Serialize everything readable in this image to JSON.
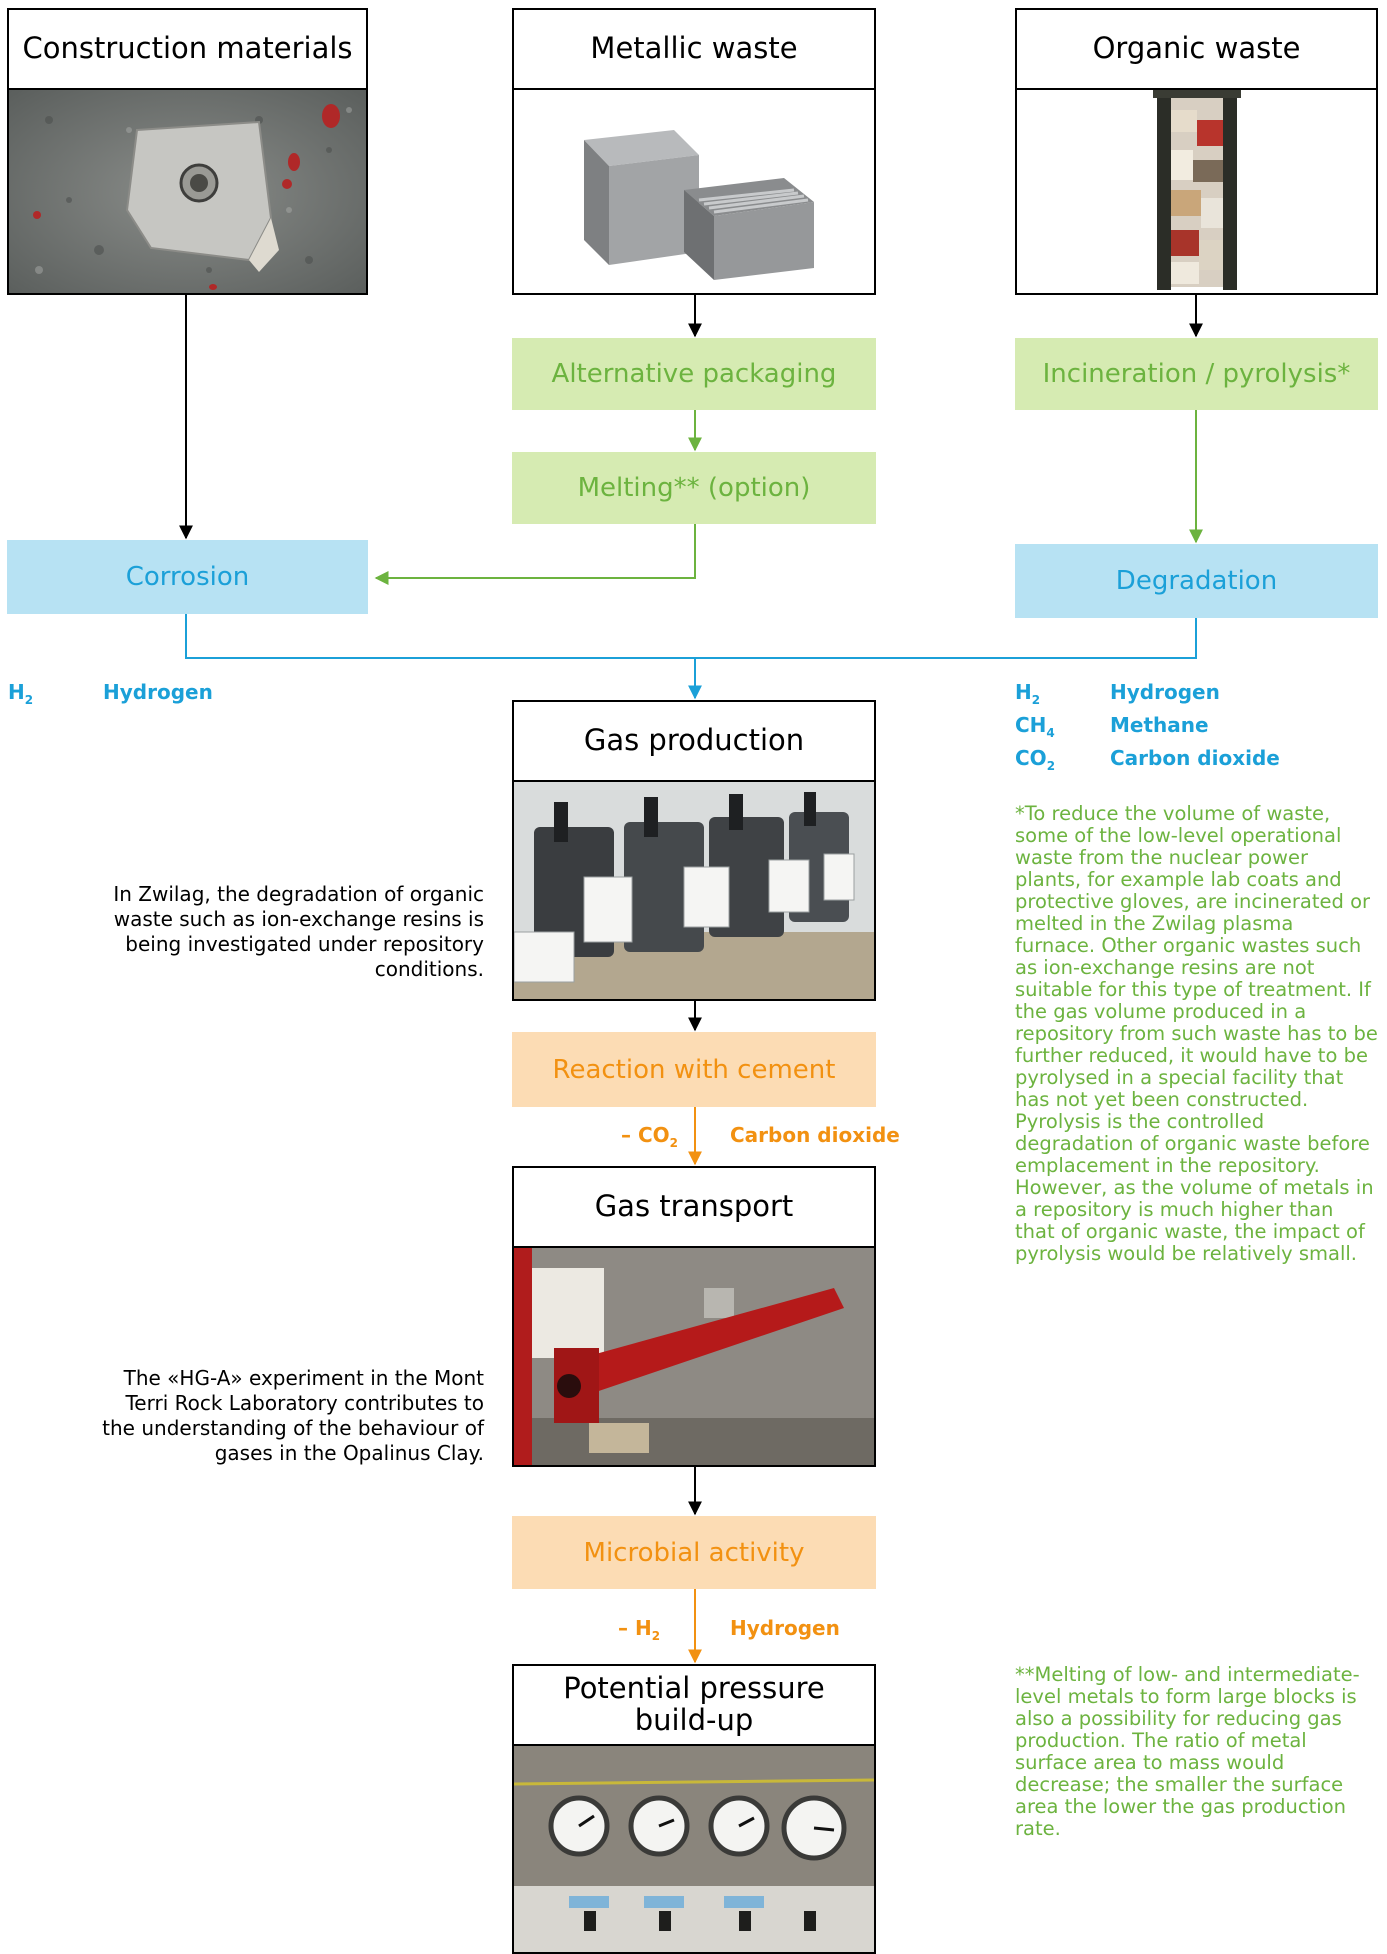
{
  "sources": {
    "construction": {
      "title": "Construction materials"
    },
    "metallic": {
      "title": "Metallic waste"
    },
    "organic": {
      "title": "Organic waste"
    }
  },
  "process": {
    "alternative_packaging": "Alternative packaging",
    "melting": "Melting** (option)",
    "incineration": "Incineration / pyrolysis*",
    "corrosion": "Corrosion",
    "degradation": "Degradation",
    "reaction_cement": "Reaction with cement",
    "microbial": "Microbial activity"
  },
  "stages": {
    "gas_production": "Gas production",
    "gas_transport": "Gas transport",
    "pressure_line1": "Potential pressure",
    "pressure_line2": "build-up"
  },
  "gases_corrosion": [
    {
      "formula": "H",
      "sub": "2",
      "name": "Hydrogen"
    }
  ],
  "gases_degradation": [
    {
      "formula": "H",
      "sub": "2",
      "name": "Hydrogen"
    },
    {
      "formula": "CH",
      "sub": "4",
      "name": "Methane"
    },
    {
      "formula": "CO",
      "sub": "2",
      "name": "Carbon dioxide"
    }
  ],
  "consumption": {
    "cement": {
      "formula": "– CO",
      "sub": "2",
      "name": "Carbon dioxide"
    },
    "microbial": {
      "formula": "– H",
      "sub": "2",
      "name": "Hydrogen"
    }
  },
  "captions": {
    "gas_production": "In Zwilag, the degradation of organic waste such as ion-exchange resins is being investigated under repository conditions.",
    "gas_transport": "The «HG-A» experiment in the Mont Terri Rock Laboratory contributes to the understanding of the behaviour of gases in the Opalinus Clay."
  },
  "notes": {
    "pyrolysis": "*To reduce the volume of waste, some of the low-level operational waste from the nuclear power plants, for example lab coats and protective gloves, are incinerated or melted in the Zwilag plasma furnace. Other organic wastes such as ion-exchange resins are not suitable for this type of treatment. If the gas volume produced in a repository from such waste has to be further reduced, it would have to be pyrolysed in a special facility that has not yet been constructed. Pyrolysis is the controlled degradation of organic waste before emplacement in the repository. However, as the volume of metals in a repository is much higher than that of organic waste, the impact of pyrolysis would be relatively small.",
    "melting": "**Melting of low- and intermediate-level metals to form large blocks is also a possibility for reducing gas production. The ratio of metal surface area to mass would decrease; the smaller the surface area the lower the gas production rate."
  },
  "colors": {
    "green": "#6cb33f",
    "blue": "#1ba0d8",
    "orange": "#f29111",
    "black": "#000000"
  }
}
